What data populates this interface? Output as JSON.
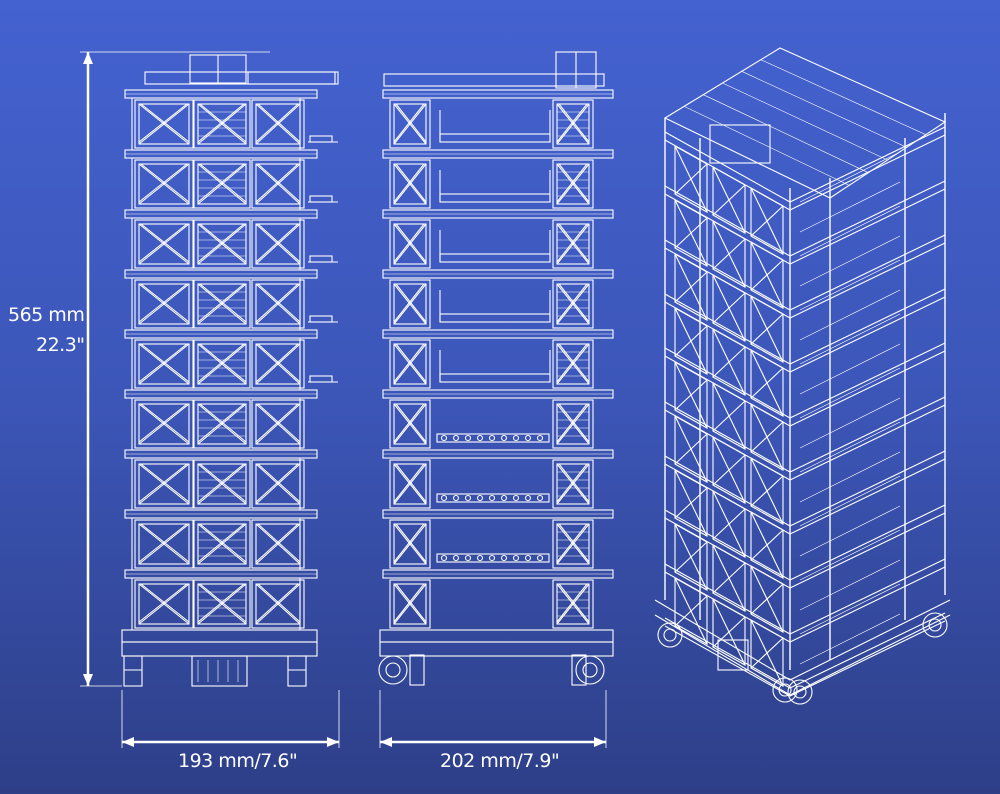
{
  "dimensions": {
    "height_mm": "565 mm",
    "height_in": "22.3\"",
    "front_width": "193 mm/7.6\"",
    "side_width": "202 mm/7.9\""
  },
  "colors": {
    "background_top": "#4462d0",
    "background_bottom": "#2e3f88",
    "line": "#ffffff"
  },
  "views": [
    "front-view",
    "side-view",
    "isometric-view"
  ],
  "floors": 9
}
